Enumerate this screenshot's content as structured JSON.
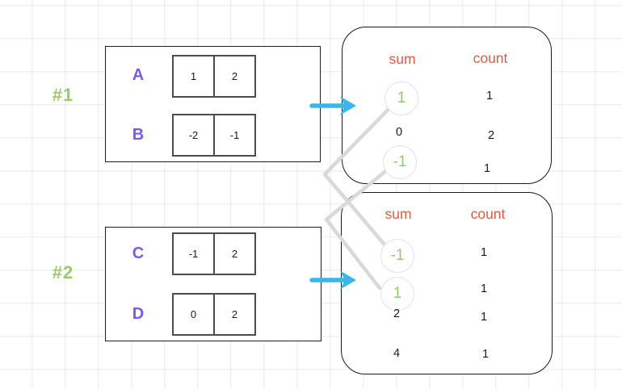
{
  "examples": [
    {
      "label": "#1",
      "arrays": [
        {
          "name": "A",
          "cells": [
            "1",
            "2"
          ]
        },
        {
          "name": "B",
          "cells": [
            "-2",
            "-1"
          ]
        }
      ],
      "table": {
        "sum_header": "sum",
        "count_header": "count",
        "rows": [
          {
            "sum": "1",
            "count": "1",
            "highlighted": true
          },
          {
            "sum": "0",
            "count": "2",
            "highlighted": false
          },
          {
            "sum": "-1",
            "count": "1",
            "highlighted": true
          }
        ]
      }
    },
    {
      "label": "#2",
      "arrays": [
        {
          "name": "C",
          "cells": [
            "-1",
            "2"
          ]
        },
        {
          "name": "D",
          "cells": [
            "0",
            "2"
          ]
        }
      ],
      "table": {
        "sum_header": "sum",
        "count_header": "count",
        "rows": [
          {
            "sum": "-1",
            "count": "1",
            "highlighted": true
          },
          {
            "sum": "1",
            "count": "1",
            "highlighted": true
          },
          {
            "sum": "2",
            "count": "1",
            "highlighted": false
          },
          {
            "sum": "4",
            "count": "1",
            "highlighted": false
          }
        ]
      }
    }
  ],
  "connections": [
    {
      "from": "example-1 sum 1",
      "to": "example-2 sum -1"
    },
    {
      "from": "example-1 sum -1",
      "to": "example-2 sum 1"
    }
  ],
  "colors": {
    "array_label": "#7a5ae8",
    "example_label": "#9bca6d",
    "table_header": "#e25a41",
    "highlighted_sum": "#94c973",
    "arrow": "#38b8e8",
    "connector_line": "#d9d9d9"
  }
}
